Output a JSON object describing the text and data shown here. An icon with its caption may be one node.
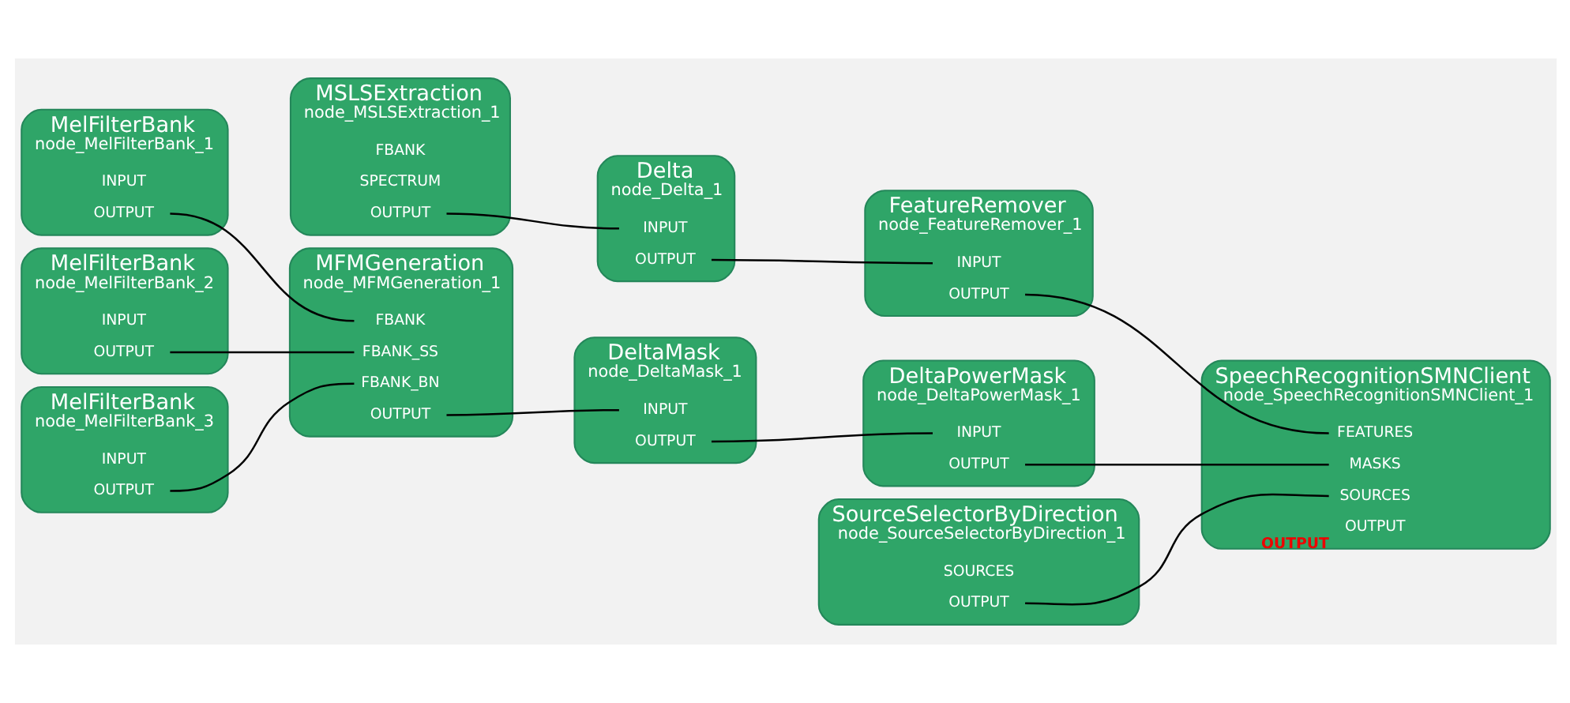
{
  "diagram": {
    "nodes": [
      {
        "text": [
          "MSLSExtraction",
          "node_MSLSExtraction_1"
        ]
      },
      {
        "text": [
          "FBANK"
        ],
        "in": 0
      },
      {
        "text": [
          "SPECTRUM"
        ],
        "in": 0
      },
      {
        "text": [
          "OUTPUT"
        ],
        "in": 0
      },
      {
        "text": [
          "Delta",
          "node_Delta_1"
        ]
      },
      {
        "text": [
          "INPUT"
        ],
        "in": 4
      },
      {
        "text": [
          "OUTPUT"
        ],
        "in": 4
      },
      {
        "text": [
          "FeatureRemover",
          "node_FeatureRemover_1"
        ]
      },
      {
        "text": [
          "INPUT"
        ],
        "in": 7
      },
      {
        "text": [
          "OUTPUT"
        ],
        "in": 7
      },
      {
        "text": [
          "MelFilterBank",
          "node_MelFilterBank_1"
        ]
      },
      {
        "text": [
          "INPUT"
        ],
        "in": 10
      },
      {
        "text": [
          "OUTPUT"
        ],
        "in": 10
      },
      {
        "text": [
          "MFMGeneration",
          "node_MFMGeneration_1"
        ]
      },
      {
        "text": [
          "FBANK"
        ],
        "in": 13
      },
      {
        "text": [
          "FBANK_SS"
        ],
        "in": 13
      },
      {
        "text": [
          "FBANK_BN"
        ],
        "in": 13
      },
      {
        "text": [
          "OUTPUT"
        ],
        "in": 13
      },
      {
        "text": [
          "DeltaMask",
          "node_DeltaMask_1"
        ]
      },
      {
        "text": [
          "INPUT"
        ],
        "in": 18
      },
      {
        "text": [
          "OUTPUT"
        ],
        "in": 18
      },
      {
        "text": [
          "DeltaPowerMask",
          "node_DeltaPowerMask_1"
        ]
      },
      {
        "text": [
          "INPUT"
        ],
        "in": 21
      },
      {
        "text": [
          "OUTPUT"
        ],
        "in": 21
      },
      {
        "text": [
          "MelFilterBank",
          "node_MelFilterBank_2"
        ]
      },
      {
        "text": [
          "INPUT"
        ],
        "in": 24
      },
      {
        "text": [
          "OUTPUT"
        ],
        "in": 24
      },
      {
        "text": [
          "MelFilterBank",
          "node_MelFilterBank_3"
        ]
      },
      {
        "text": [
          "INPUT"
        ],
        "in": 27
      },
      {
        "text": [
          "OUTPUT"
        ],
        "in": 27
      },
      {
        "text": [
          "SpeechRecognitionSMNClient",
          "node_SpeechRecognitionSMNClient_1"
        ]
      },
      {
        "text": [
          "FEATURES"
        ],
        "in": 30
      },
      {
        "text": [
          "MASKS"
        ],
        "in": 30
      },
      {
        "text": [
          "SOURCES"
        ],
        "in": 30
      },
      {
        "text": [
          "OUTPUT"
        ],
        "in": 30,
        "beside": [
          "OUTPUT"
        ]
      },
      {
        "text": [
          "SourceSelectorByDirection",
          "node_SourceSelectorByDirection_1"
        ]
      },
      {
        "text": [
          "SOURCES"
        ],
        "in": 35
      },
      {
        "text": [
          "OUTPUT"
        ],
        "in": 35
      }
    ],
    "edges": [
      {
        "from": 3,
        "to": 5,
        "arrow": "none"
      },
      {
        "from": 6,
        "to": 8,
        "arrow": "none"
      },
      {
        "from": 12,
        "to": 14,
        "arrow": "none"
      },
      {
        "from": 26,
        "to": 15,
        "arrow": "none"
      },
      {
        "from": 29,
        "to": 16,
        "arrow": "none"
      },
      {
        "from": 17,
        "to": 19,
        "arrow": "none"
      },
      {
        "from": 20,
        "to": 22,
        "arrow": "none"
      },
      {
        "from": 9,
        "to": 31,
        "arrow": "none"
      },
      {
        "from": 23,
        "to": 32,
        "arrow": "none"
      },
      {
        "from": 37,
        "to": 33,
        "arrow": "none"
      }
    ]
  }
}
